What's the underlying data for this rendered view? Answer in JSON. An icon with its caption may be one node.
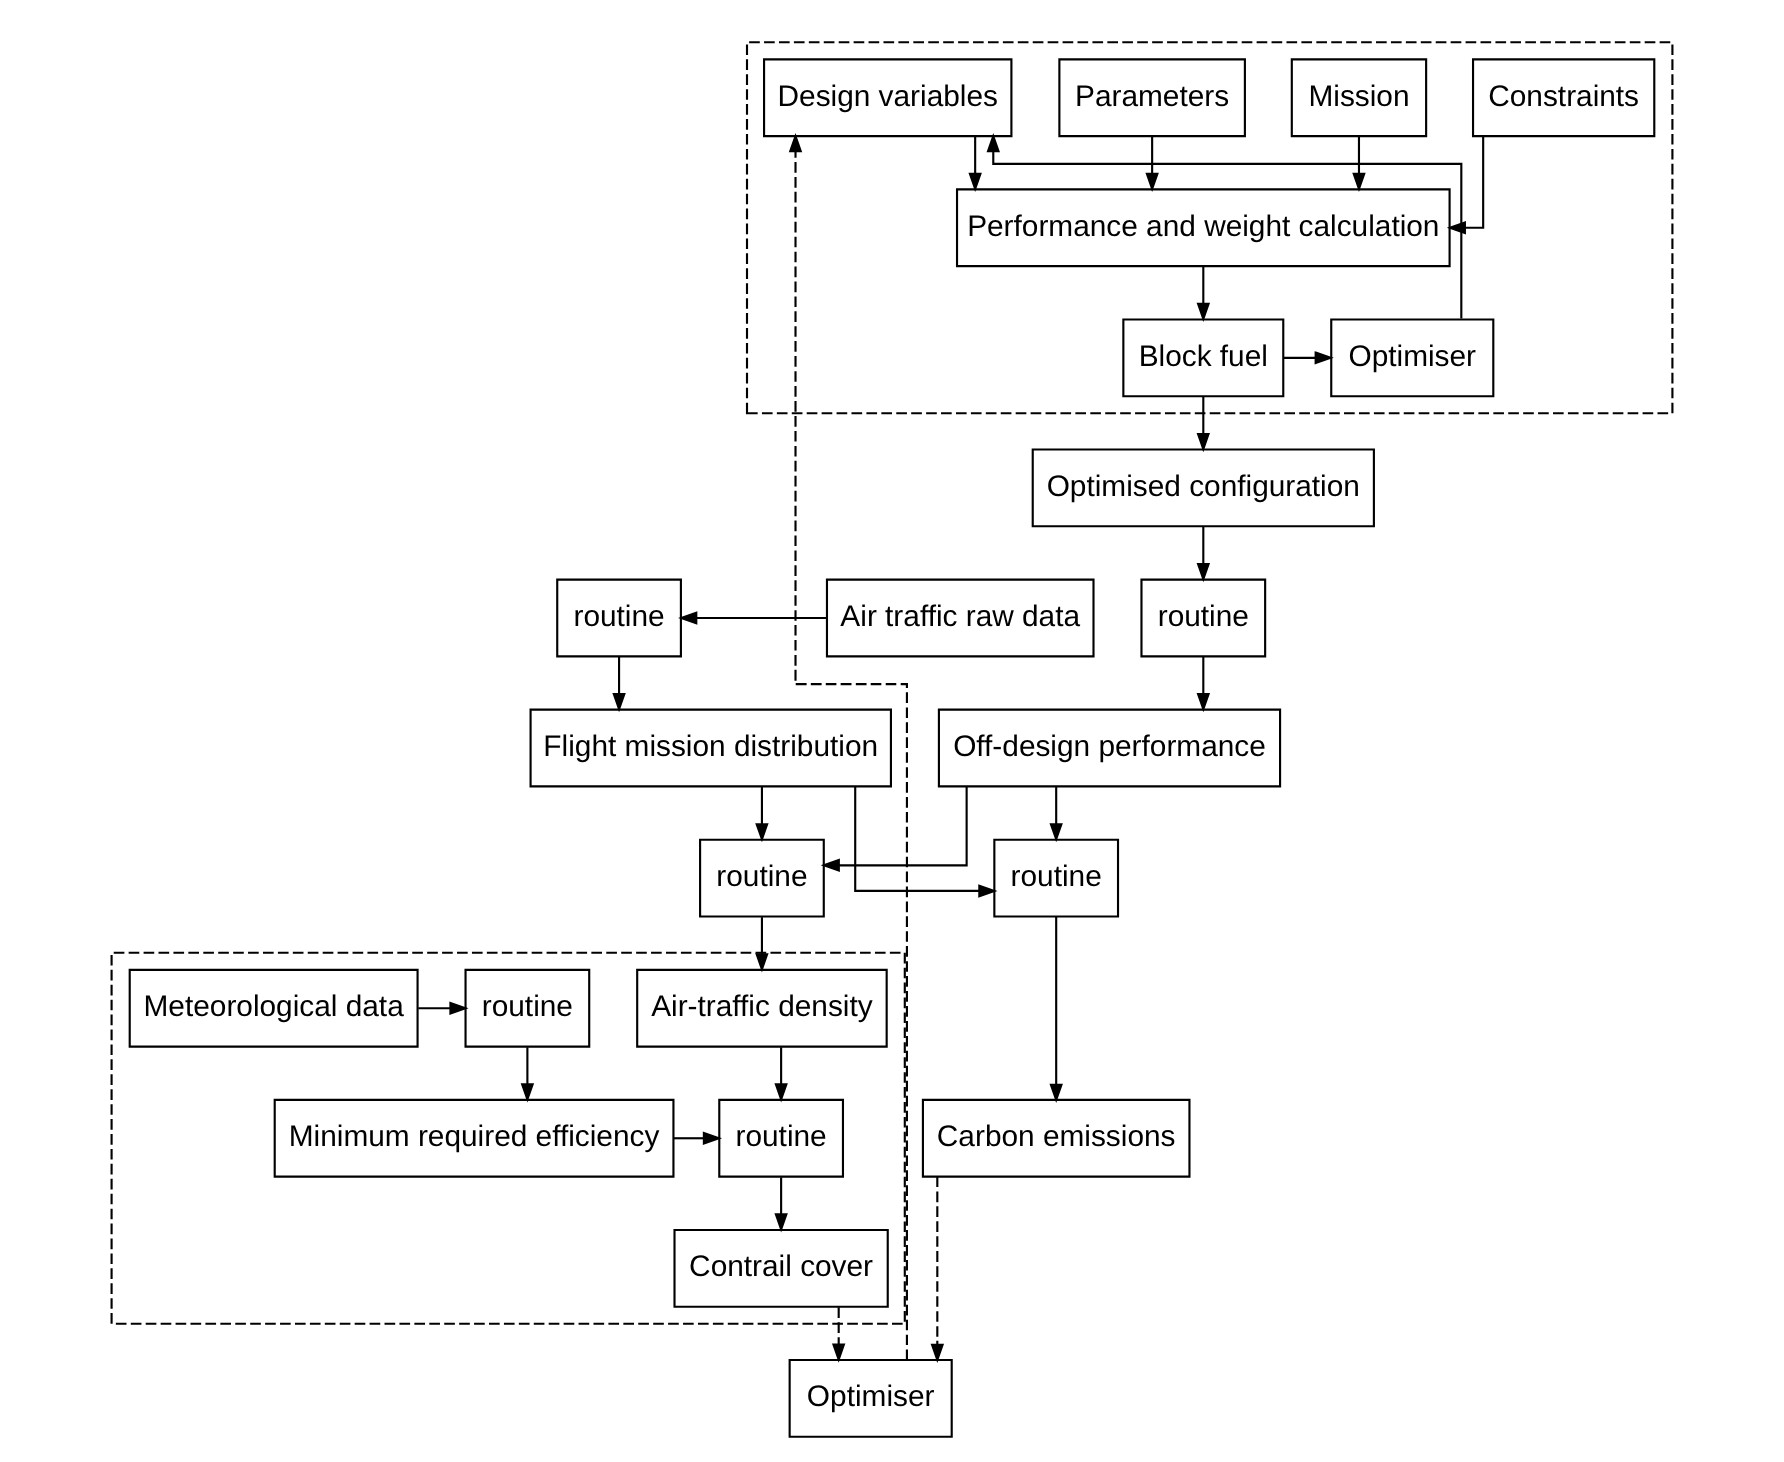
{
  "diagram": {
    "nodes": [
      {
        "text": [],
        "shape": "box"
      },
      {
        "text": [
          "Constraints"
        ],
        "in": 0
      },
      {
        "text": [
          "Mission"
        ],
        "in": 0
      },
      {
        "text": [
          "Parameters"
        ],
        "in": 0
      },
      {
        "text": [
          "Design variables"
        ],
        "in": 0
      },
      {
        "text": [
          "Performance and weight calculation"
        ],
        "in": 0
      },
      {
        "text": [
          "Block fuel"
        ],
        "in": 0
      },
      {
        "text": [
          "Optimiser"
        ],
        "in": 0
      },
      {
        "text": [
          "Optimised configuration"
        ]
      },
      {
        "text": [
          "routine"
        ]
      },
      {
        "text": [
          "routine"
        ]
      },
      {
        "text": [
          "Air traffic raw data"
        ]
      },
      {
        "text": [
          "Off-design performance"
        ]
      },
      {
        "text": [
          "Flight mission distribution"
        ]
      },
      {
        "text": [
          "routine"
        ]
      },
      {
        "text": [
          "routine"
        ]
      },
      {
        "text": [],
        "shape": "box"
      },
      {
        "text": [
          "Air-traffic density"
        ],
        "in": 16
      },
      {
        "text": [
          "routine"
        ],
        "in": 16
      },
      {
        "text": [
          "Meteorological data"
        ],
        "in": 16
      },
      {
        "text": [
          "routine"
        ],
        "in": 16
      },
      {
        "text": [
          "Minimum required efficiency"
        ],
        "in": 16
      },
      {
        "text": [
          "Carbon emissions"
        ]
      },
      {
        "text": [
          "Contrail cover"
        ],
        "in": 16
      },
      {
        "text": [
          "Optimiser"
        ]
      }
    ],
    "edges": [
      {
        "from": 1,
        "to": 5,
        "arrow": "to"
      },
      {
        "from": 2,
        "to": 5,
        "arrow": "to"
      },
      {
        "from": 3,
        "to": 5,
        "arrow": "to"
      },
      {
        "from": 4,
        "to": 5,
        "arrow": "to"
      },
      {
        "from": 5,
        "to": 6,
        "arrow": "to"
      },
      {
        "from": 6,
        "to": 7,
        "arrow": "to"
      },
      {
        "from": 7,
        "to": 4,
        "arrow": "to"
      },
      {
        "from": 6,
        "to": 8,
        "arrow": "to"
      },
      {
        "from": 8,
        "to": 9,
        "arrow": "to"
      },
      {
        "from": 9,
        "to": 12,
        "arrow": "to"
      },
      {
        "from": 11,
        "to": 10,
        "arrow": "to"
      },
      {
        "from": 10,
        "to": 13,
        "arrow": "to"
      },
      {
        "from": 12,
        "to": 14,
        "arrow": "to"
      },
      {
        "from": 12,
        "to": 15,
        "arrow": "to"
      },
      {
        "from": 13,
        "to": 14,
        "arrow": "to"
      },
      {
        "from": 13,
        "to": 15,
        "arrow": "to"
      },
      {
        "from": 15,
        "to": 17,
        "arrow": "to"
      },
      {
        "from": 19,
        "to": 18,
        "arrow": "to"
      },
      {
        "from": 18,
        "to": 21,
        "arrow": "to"
      },
      {
        "from": 17,
        "to": 20,
        "arrow": "to"
      },
      {
        "from": 21,
        "to": 20,
        "arrow": "to"
      },
      {
        "from": 20,
        "to": 23,
        "arrow": "to"
      },
      {
        "from": 14,
        "to": 22,
        "arrow": "to"
      },
      {
        "from": 22,
        "to": 24,
        "arrow": "to",
        "style": "dashed"
      },
      {
        "from": 23,
        "to": 24,
        "arrow": "to",
        "style": "dashed"
      },
      {
        "from": 24,
        "to": 4,
        "arrow": "to",
        "style": "dashed"
      }
    ]
  }
}
